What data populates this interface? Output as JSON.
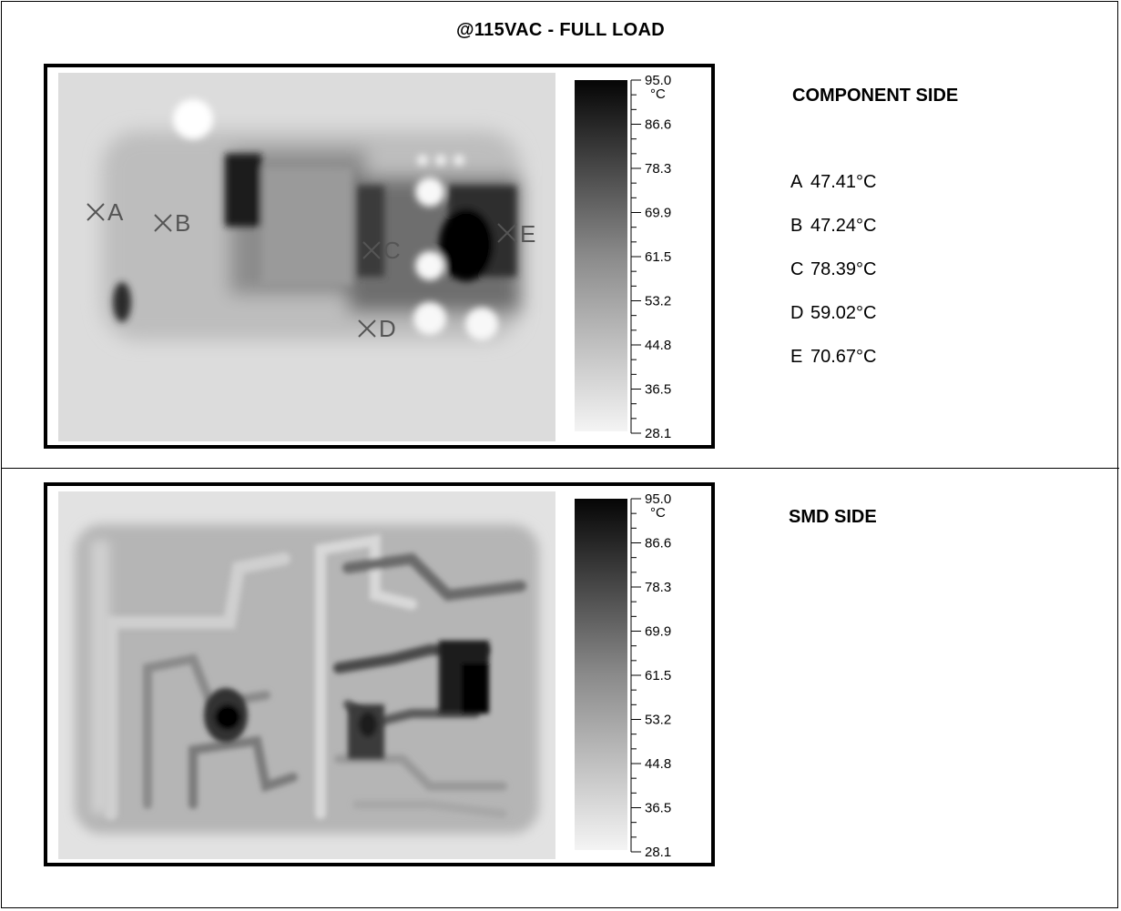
{
  "title": "@115VAC - FULL LOAD",
  "top_panel": {
    "side_label": "COMPONENT SIDE",
    "markers": [
      "A",
      "B",
      "C",
      "D",
      "E"
    ],
    "readings": [
      {
        "point": "A",
        "value": "47.41°C"
      },
      {
        "point": "B",
        "value": "47.24°C"
      },
      {
        "point": "C",
        "value": "78.39°C"
      },
      {
        "point": "D",
        "value": "59.02°C"
      },
      {
        "point": "E",
        "value": "70.67°C"
      }
    ]
  },
  "bottom_panel": {
    "side_label": "SMD SIDE"
  },
  "scale": {
    "unit": "°C",
    "ticks": [
      "95.0",
      "86.6",
      "78.3",
      "69.9",
      "61.5",
      "53.2",
      "44.8",
      "36.5",
      "28.1"
    ]
  }
}
